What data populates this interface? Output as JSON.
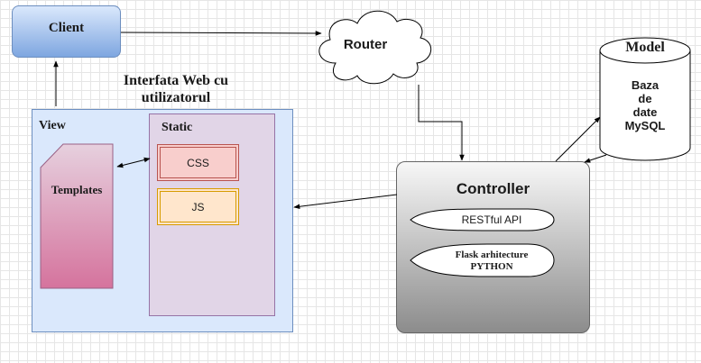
{
  "diagram": {
    "client": {
      "label": "Client"
    },
    "router": {
      "label": "Router"
    },
    "web_interface": {
      "title": "Interfata Web cu utilizatorul"
    },
    "view": {
      "label": "View"
    },
    "templates": {
      "label": "Templates"
    },
    "static": {
      "label": "Static"
    },
    "css": {
      "label": "CSS"
    },
    "js": {
      "label": "JS"
    },
    "controller": {
      "label": "Controller"
    },
    "restful": {
      "label": "RESTful API"
    },
    "flask": {
      "line1": "Flask arhitecture",
      "line2": "PYTHON"
    },
    "model": {
      "title": "Model",
      "line1": "Baza",
      "line2": "de",
      "line3": "date",
      "line4": "MySQL"
    }
  },
  "colors": {
    "client_fill": "#dae8fc",
    "client_gradient": "#7ea6e0",
    "view_fill": "#dae8fc",
    "static_fill": "#e1d5e7",
    "templates_top": "#e6d0de",
    "templates_bottom": "#d5739d",
    "css_fill": "#f8cecc",
    "js_fill": "#ffe6cc",
    "controller_top": "#f7f7f7",
    "controller_bottom": "#8c8c8c"
  }
}
